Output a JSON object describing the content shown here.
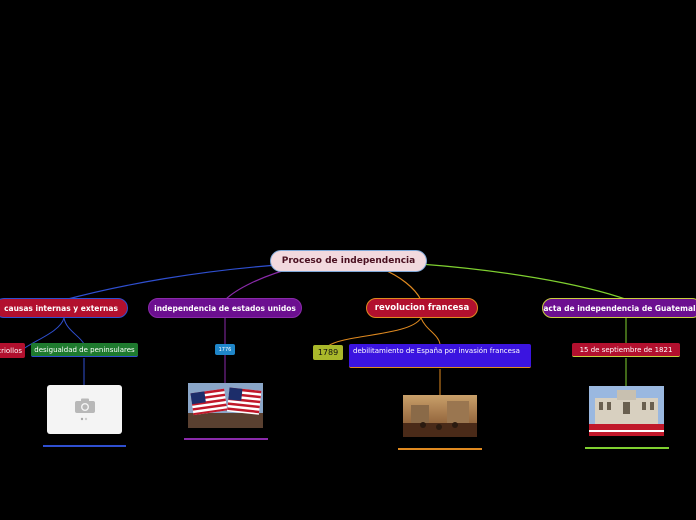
{
  "root": {
    "label": "Proceso de independencia"
  },
  "branches": [
    {
      "label": "causas internas y externas",
      "color": "#2f4fd0"
    },
    {
      "label": "independencia de estados unidos",
      "color": "#8a2aaa"
    },
    {
      "label": "revolucion francesa",
      "color": "#e08a20"
    },
    {
      "label": "acta de independencia de Guatemala",
      "color": "#7fd030"
    }
  ],
  "subtopics": {
    "criollos": "criollos",
    "desigualdad": "desigualdad de peninsulares",
    "year_1776": "1776",
    "year_1789": "1789",
    "debilitamiento": "debilitamiento de España por invasión francesa",
    "fecha": "15 de septiembre de 1821"
  },
  "images": {
    "placeholder": "camera-icon",
    "flags": "american-flags",
    "painting": "french-revolution-painting",
    "palace": "guatemala-national-palace"
  }
}
